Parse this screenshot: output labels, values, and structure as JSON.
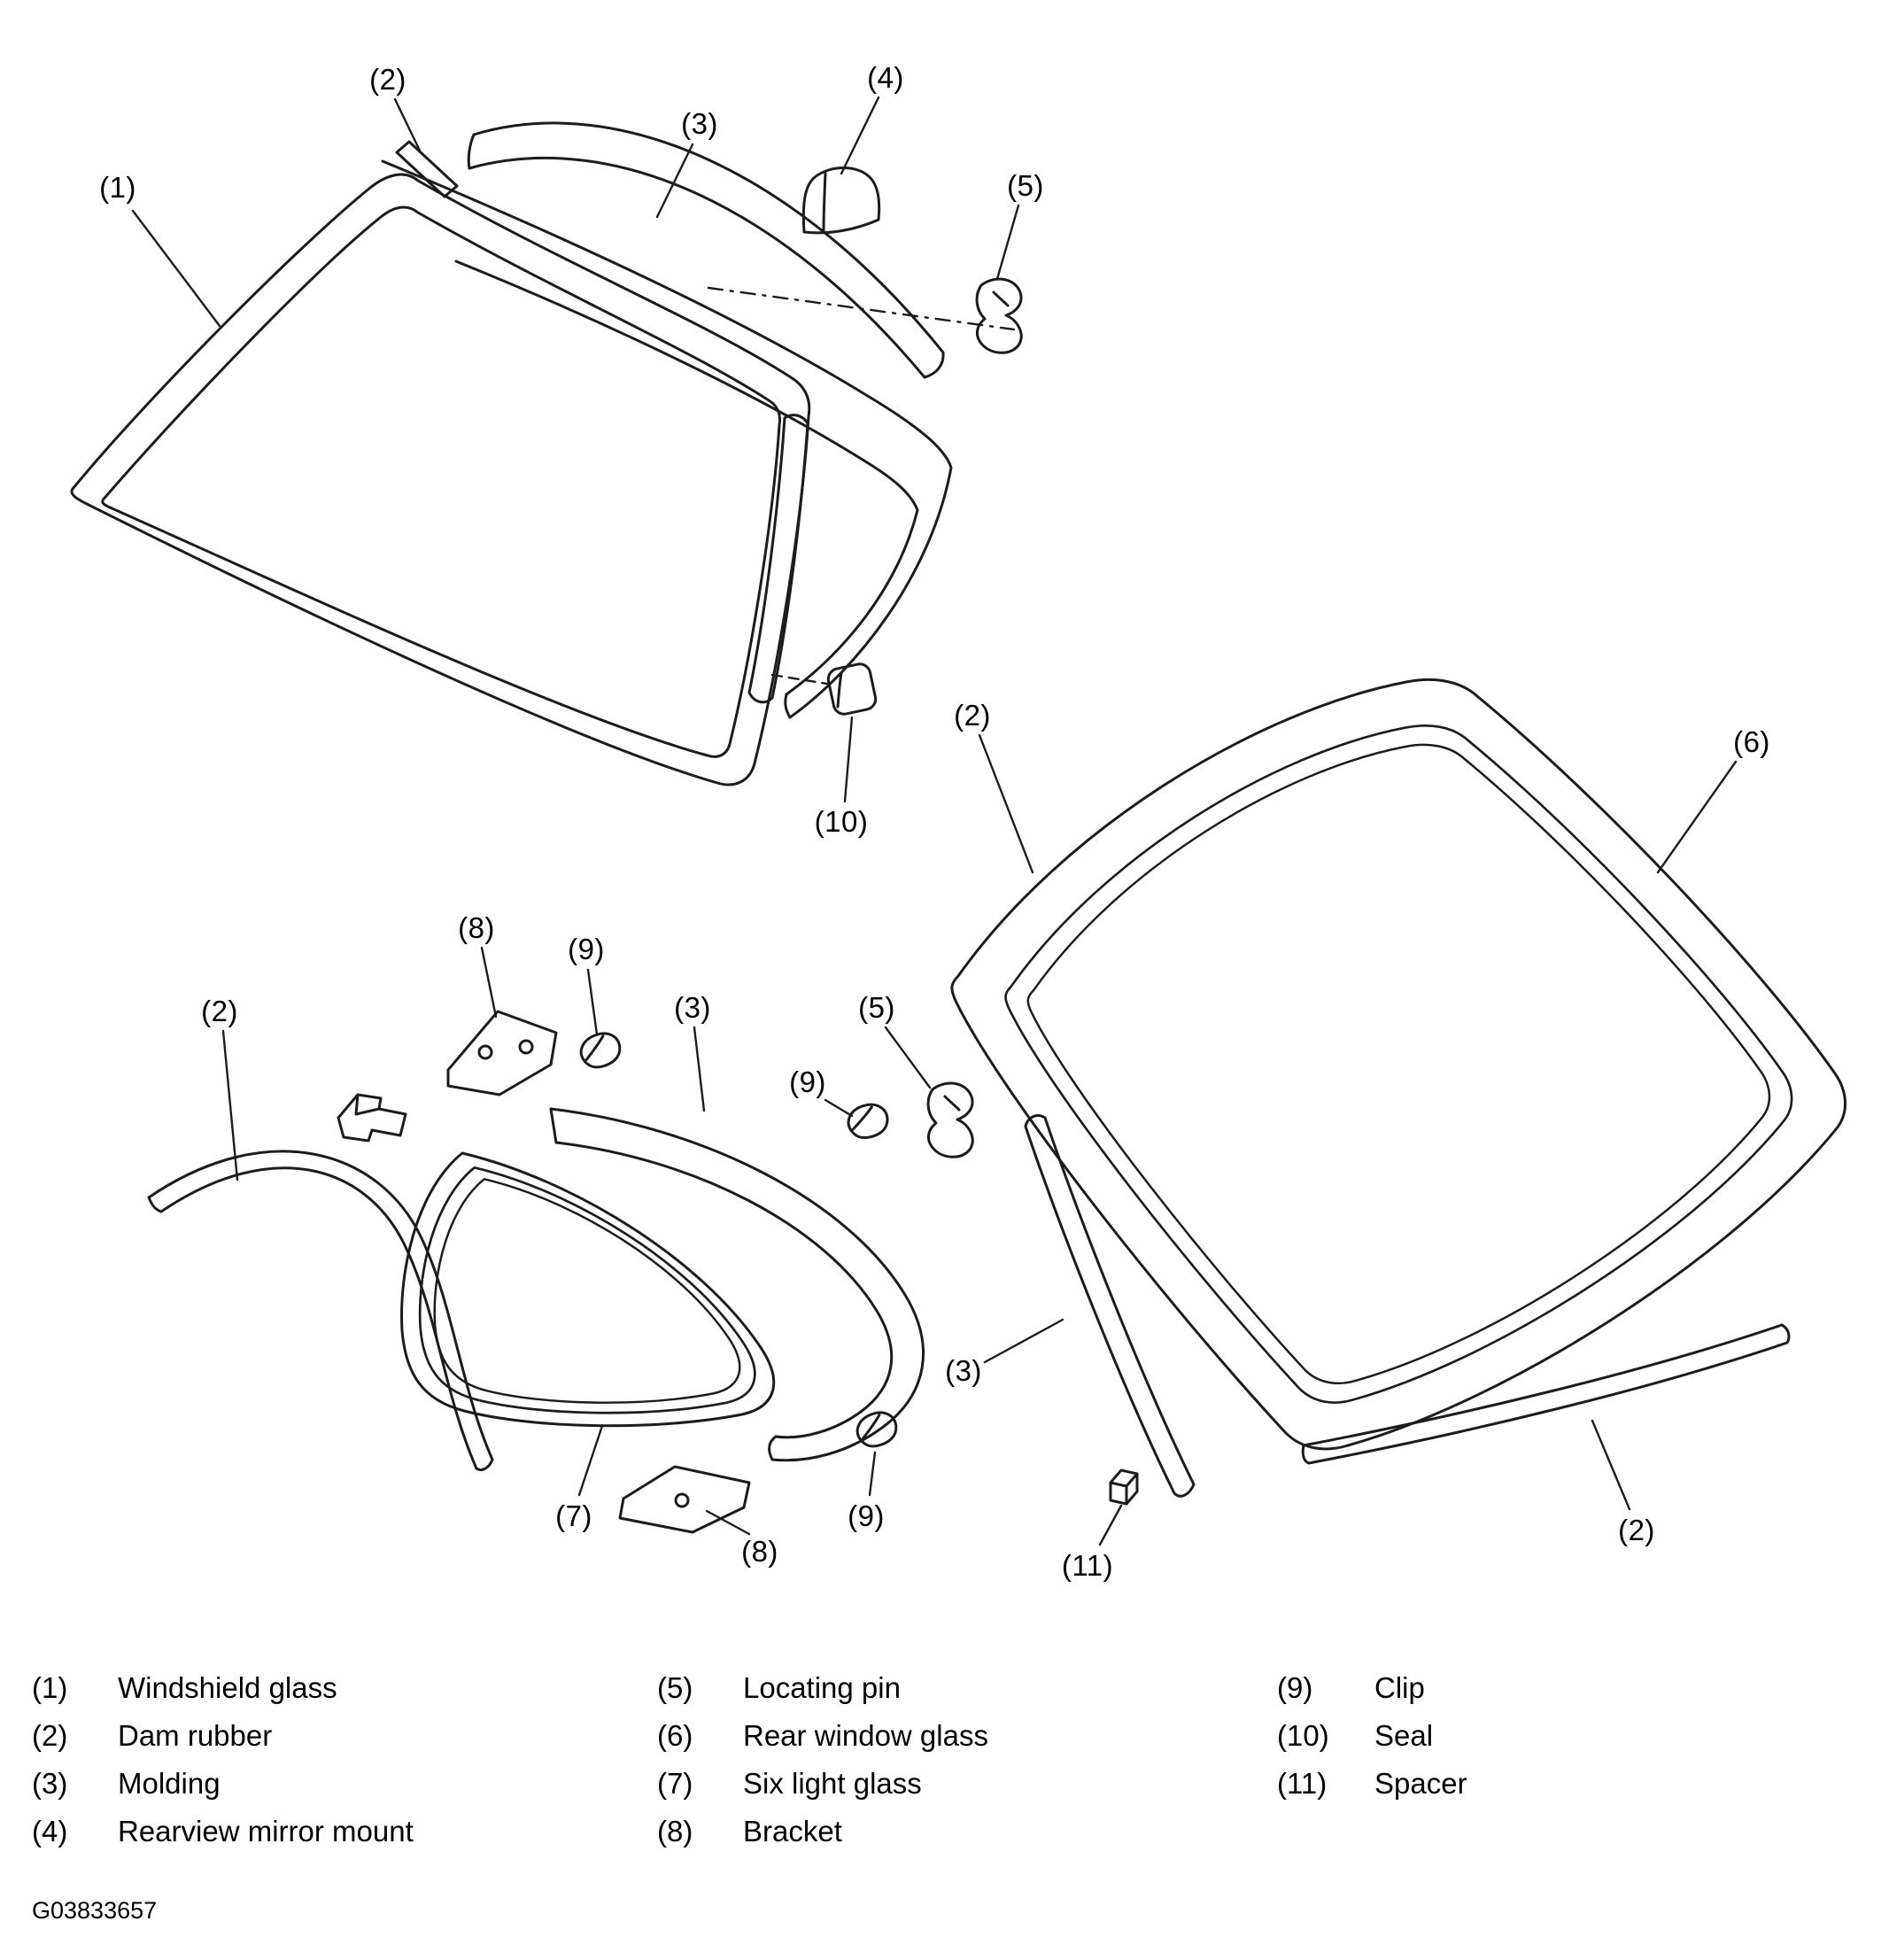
{
  "figure": {
    "id_code": "G03833657"
  },
  "callouts": {
    "windshield": "(1)",
    "dam_top": "(2)",
    "molding_top": "(3)",
    "mirror_mount": "(4)",
    "pin_top": "(5)",
    "seal": "(10)",
    "dam_rear_top": "(2)",
    "rear_window": "(6)",
    "bracket_top": "(8)",
    "clip_top": "(9)",
    "dam_quarter": "(2)",
    "molding_quarter": "(3)",
    "pin_rear": "(5)",
    "clip_rear": "(9)",
    "molding_rear": "(3)",
    "six_light": "(7)",
    "bracket_bottom": "(8)",
    "clip_bottom": "(9)",
    "spacer": "(11)",
    "dam_rear_bottom": "(2)"
  },
  "legend": {
    "items": [
      {
        "num": "(1)",
        "label": "Windshield glass"
      },
      {
        "num": "(2)",
        "label": "Dam rubber"
      },
      {
        "num": "(3)",
        "label": "Molding"
      },
      {
        "num": "(4)",
        "label": "Rearview mirror mount"
      },
      {
        "num": "(5)",
        "label": "Locating pin"
      },
      {
        "num": "(6)",
        "label": "Rear window glass"
      },
      {
        "num": "(7)",
        "label": "Six light glass"
      },
      {
        "num": "(8)",
        "label": "Bracket"
      },
      {
        "num": "(9)",
        "label": "Clip"
      },
      {
        "num": "(10)",
        "label": "Seal"
      },
      {
        "num": "(11)",
        "label": "Spacer"
      }
    ]
  }
}
